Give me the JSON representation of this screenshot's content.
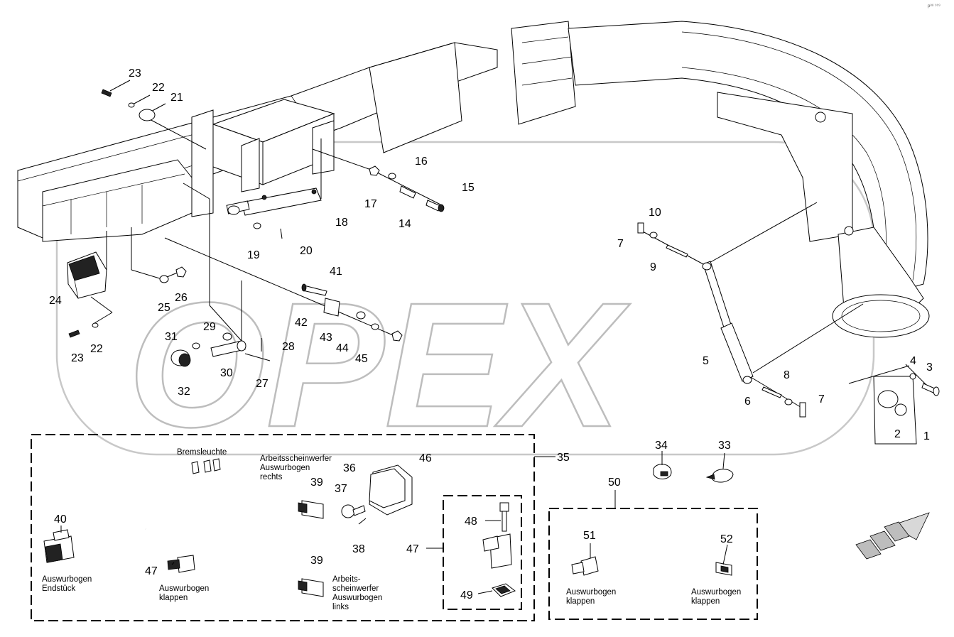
{
  "corner_code": "p⁸⁸ ⁹⁹⁹",
  "watermark": "OPEX",
  "callouts": {
    "c1": "1",
    "c2": "2",
    "c3": "3",
    "c4": "4",
    "c5": "5",
    "c6": "6",
    "c7a": "7",
    "c7b": "7",
    "c8": "8",
    "c9": "9",
    "c10": "10",
    "c14": "14",
    "c15": "15",
    "c16": "16",
    "c17": "17",
    "c18": "18",
    "c19": "19",
    "c20": "20",
    "c21": "21",
    "c22a": "22",
    "c22b": "22",
    "c23a": "23",
    "c23b": "23",
    "c24": "24",
    "c25": "25",
    "c26": "26",
    "c27": "27",
    "c28": "28",
    "c29": "29",
    "c30": "30",
    "c31": "31",
    "c32": "32",
    "c33": "33",
    "c34": "34",
    "c35": "35",
    "c36": "36",
    "c37": "37",
    "c38": "38",
    "c39a": "39",
    "c39b": "39",
    "c40": "40",
    "c41": "41",
    "c42": "42",
    "c43": "43",
    "c44": "44",
    "c45": "45",
    "c46": "46",
    "c47a": "47",
    "c47b": "47",
    "c48": "48",
    "c49": "49",
    "c50": "50",
    "c51": "51",
    "c52": "52"
  },
  "labels": {
    "bremsleuchte": "Bremsleuchte",
    "aws_rechts_1": "Arbeitsscheinwerfer",
    "aws_rechts_2": "Auswurbogen",
    "aws_rechts_3": "rechts",
    "endstueck_1": "Auswurbogen",
    "endstueck_2": "Endstück",
    "klappen_a1": "Auswurbogen",
    "klappen_a2": "klappen",
    "aws_links_1": "Arbeits-",
    "aws_links_2": "scheinwerfer",
    "aws_links_3": "Auswurbogen",
    "aws_links_4": "links",
    "klappen_b1": "Auswurbogen",
    "klappen_b2": "klappen",
    "klappen_c1": "Auswurbogen",
    "klappen_c2": "klappen"
  }
}
